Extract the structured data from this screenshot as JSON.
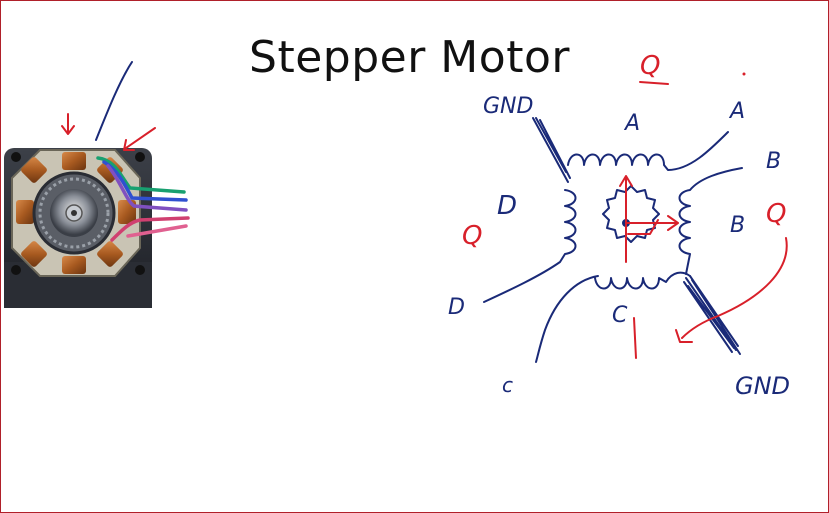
{
  "slide": {
    "title": "Stepper Motor"
  },
  "annotations": {
    "gnd_top": "GND",
    "gnd_bottom": "GND",
    "label_a": "A",
    "label_a_outer": "A",
    "label_b": "B",
    "label_b_coil": "B",
    "label_d": "D",
    "label_d_outer": "D",
    "label_c": "C",
    "label_c_outer": "c",
    "q_top": "Q",
    "q_left": "Q",
    "q_right": "Q"
  },
  "colors": {
    "frame": "#b0202a",
    "ink_blue": "#1a2a78",
    "ink_red": "#d8202a",
    "wire_green": "#18a070",
    "wire_blue": "#3050d0",
    "wire_purple": "#8050c0",
    "wire_pink": "#d04070"
  }
}
